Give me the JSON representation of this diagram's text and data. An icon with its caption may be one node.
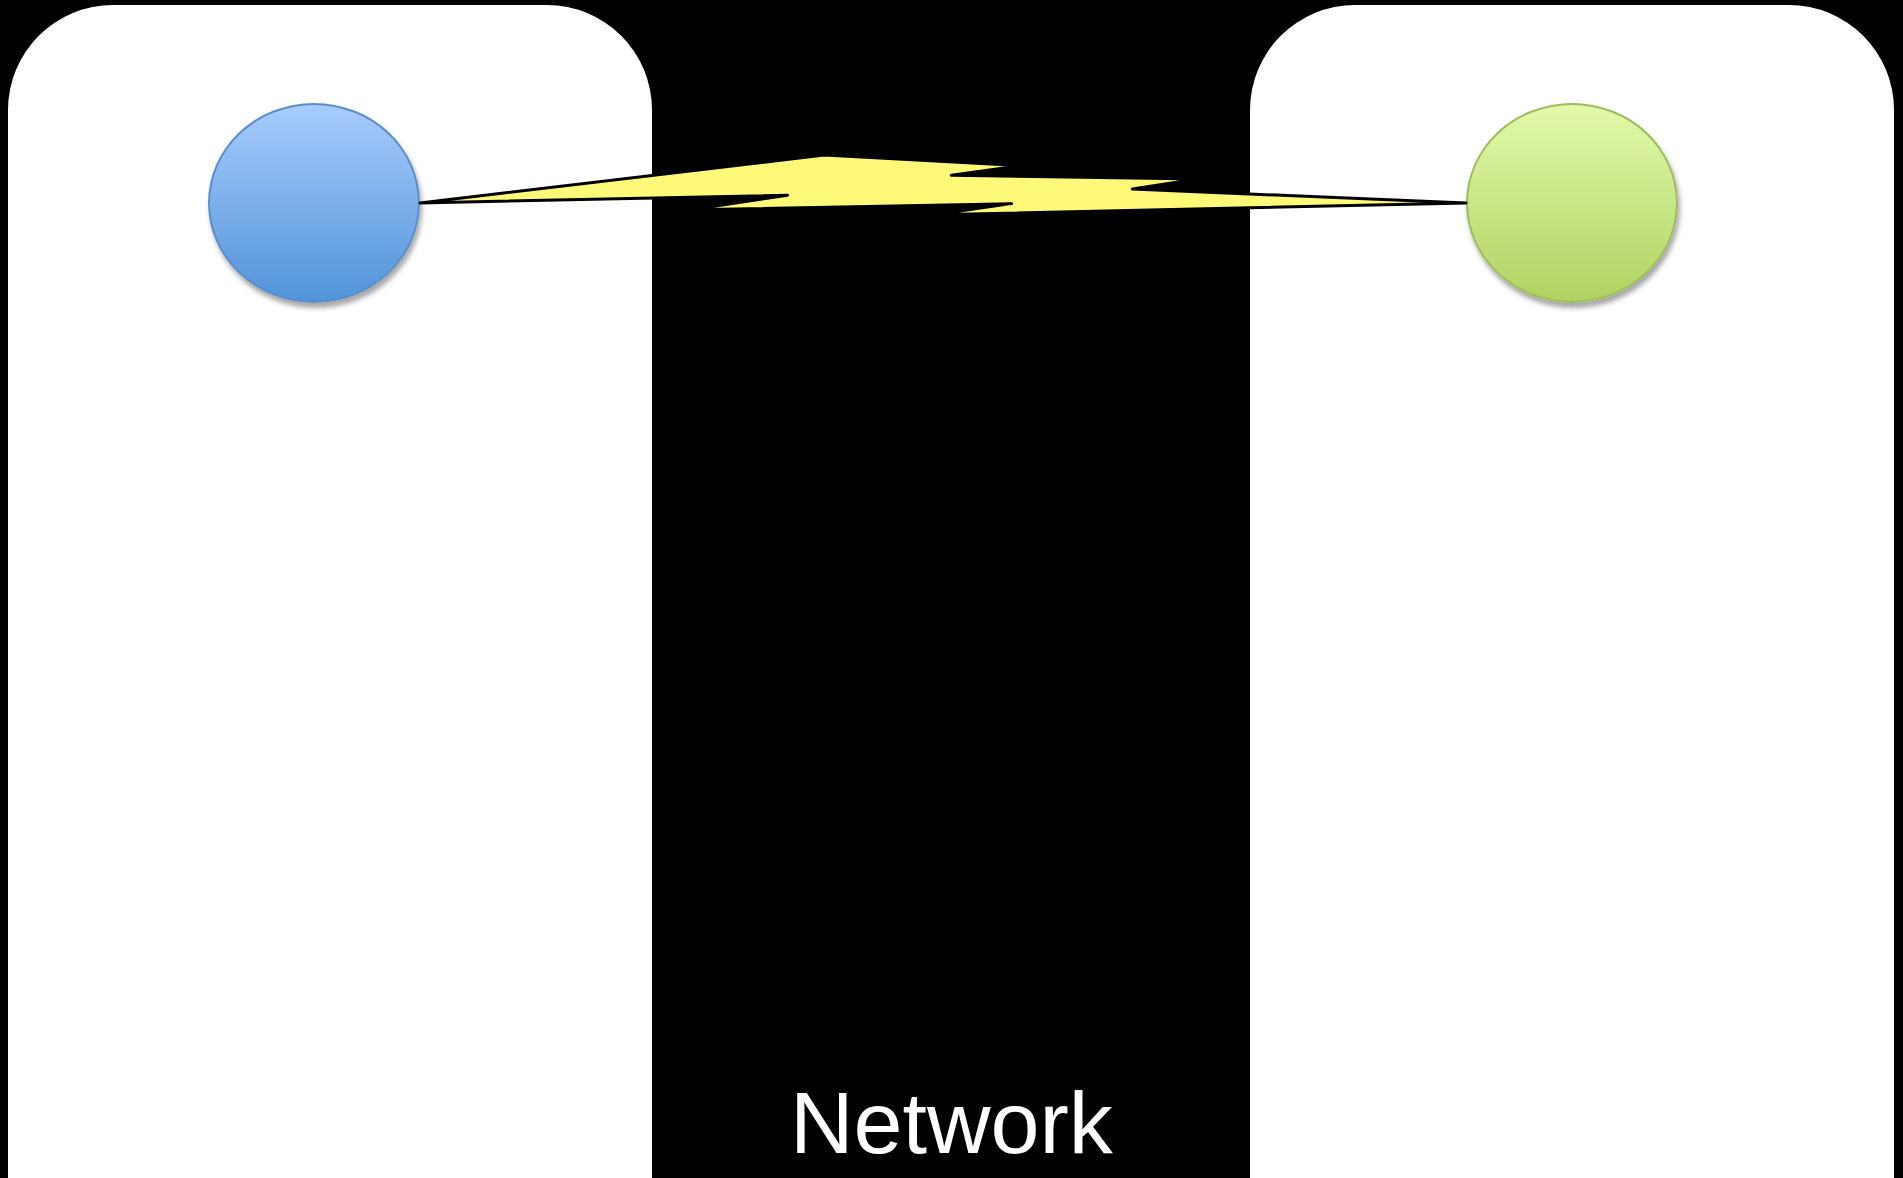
{
  "diagram": {
    "nodes": [
      {
        "text": [],
        "shape": "box"
      },
      {
        "text": [],
        "shape": "circle",
        "in": 0
      },
      {
        "text": [],
        "shape": "box"
      },
      {
        "text": [],
        "shape": "circle",
        "in": 2
      }
    ],
    "edges": [
      {
        "from": 1,
        "to": 3,
        "arrow": "none"
      }
    ],
    "labels": [
      "Network"
    ]
  }
}
